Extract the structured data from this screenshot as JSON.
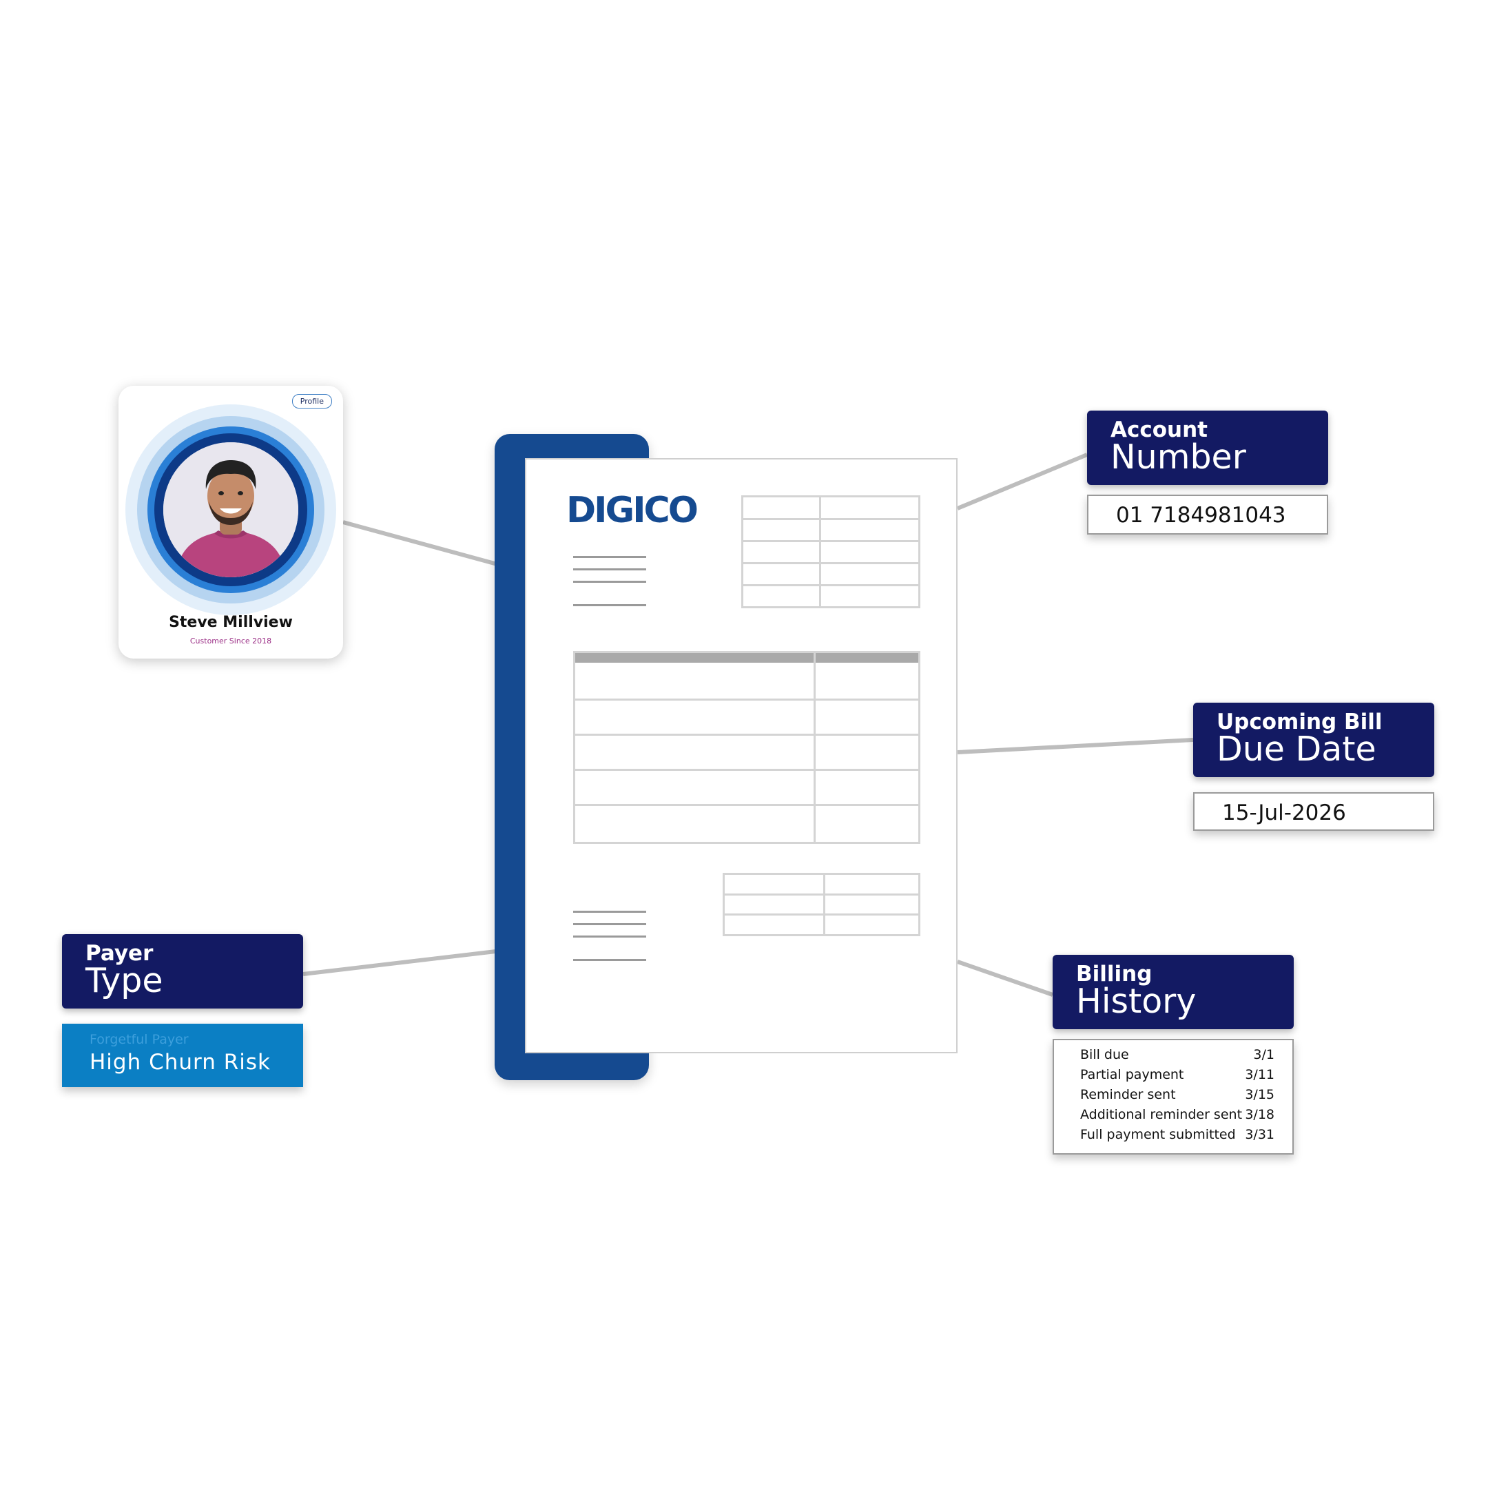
{
  "profile": {
    "pill_label": "Profile",
    "name": "Steve Millview",
    "subtitle": "Customer Since 2018"
  },
  "document": {
    "logo": "DIGICO",
    "accent_color": "#154a90"
  },
  "account_number": {
    "title_bold": "Account",
    "title_light": "Number",
    "value": "01 7184981043"
  },
  "due_date": {
    "title_bold": "Upcoming Bill",
    "title_light": "Due Date",
    "value": "15-Jul-2026"
  },
  "payer_type": {
    "title_bold": "Payer",
    "title_light": "Type",
    "faded_value": "Forgetful Payer",
    "value": "High Churn Risk"
  },
  "billing_history": {
    "title_bold": "Billing",
    "title_light": "History",
    "rows": [
      {
        "label": "Bill due",
        "date": "3/1"
      },
      {
        "label": "Partial payment",
        "date": "3/11"
      },
      {
        "label": "Reminder sent",
        "date": "3/15"
      },
      {
        "label": "Additional reminder sent",
        "date": "3/18"
      },
      {
        "label": "Full payment submitted",
        "date": "3/31"
      }
    ]
  },
  "colors": {
    "tag_bg": "#131a63",
    "churn_bg": "#0b7fc4",
    "connector": "#bdbdbd"
  }
}
